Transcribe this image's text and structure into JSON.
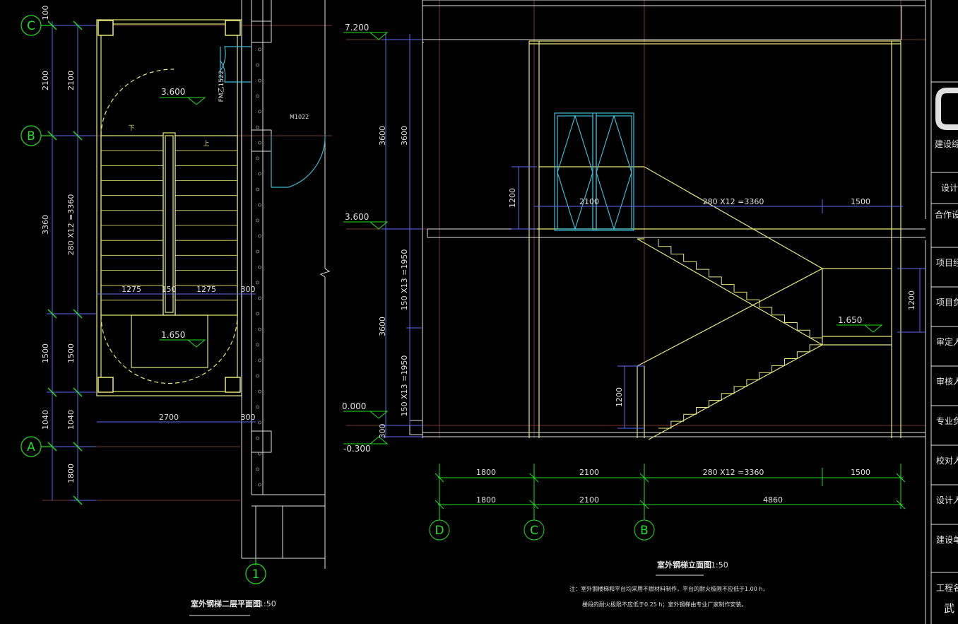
{
  "plan": {
    "axis_labels": [
      "C",
      "B",
      "A",
      "1"
    ],
    "outer_dims": [
      "100",
      "2100",
      "3360",
      "1500",
      "1040",
      "1800"
    ],
    "inner_dims": [
      "2100",
      "280 X12 =3360",
      "1500",
      "1040"
    ],
    "width_dims": [
      "1275",
      "150",
      "1275",
      "300"
    ],
    "bottom_dims": [
      "2700",
      "300"
    ],
    "levels": [
      "3.600",
      "1.650"
    ],
    "door_labels": [
      "FM乙1522",
      "M1022"
    ],
    "arrow_labels": [
      "下",
      "上"
    ],
    "title": "室外钢梯二层平面图",
    "scale": "1:50"
  },
  "elevation": {
    "levels": [
      "7.200",
      "3.600",
      "0.000",
      "-0.300",
      "1.650"
    ],
    "left_dims_outer": [
      "3600",
      "3600",
      "300"
    ],
    "left_dims_inner": [
      "3600",
      "150 X13 =1950",
      "150 X13 =1950"
    ],
    "top_dims": [
      "2100",
      "280 X12 =3360",
      "1500"
    ],
    "side_dims": [
      "1200",
      "1200",
      "1200"
    ],
    "bottom_dims_row1": [
      "1800",
      "2100",
      "280 X12 =3360",
      "1500"
    ],
    "bottom_dims_row2": [
      "1800",
      "2100",
      "4860"
    ],
    "axis_labels": [
      "D",
      "C",
      "B"
    ],
    "title": "室外钢梯立面图",
    "scale": "1:50",
    "note_line1": "注：室外钢楼梯和平台均采用不燃材料制作，平台的耐火极限不应低于1.00 h，",
    "note_line2": "楼段的耐火极限不应低于0.25 h；室外钢梯由专业厂家制作安装。"
  },
  "title_block": {
    "rows": [
      "建设综",
      "设计",
      "合作设",
      "项目经",
      "项目负",
      "审定人",
      "审核人",
      "专业负",
      "校对人",
      "设计人",
      "建设单",
      "工程名",
      "武"
    ]
  },
  "colors": {
    "background": "#000000",
    "wall": "#e8e87a",
    "dimension": "#5a6cf0",
    "axis": "#20e020",
    "door": "#3fb9d6",
    "grid": "#8a3a3a",
    "text": "#e0e0e0"
  }
}
